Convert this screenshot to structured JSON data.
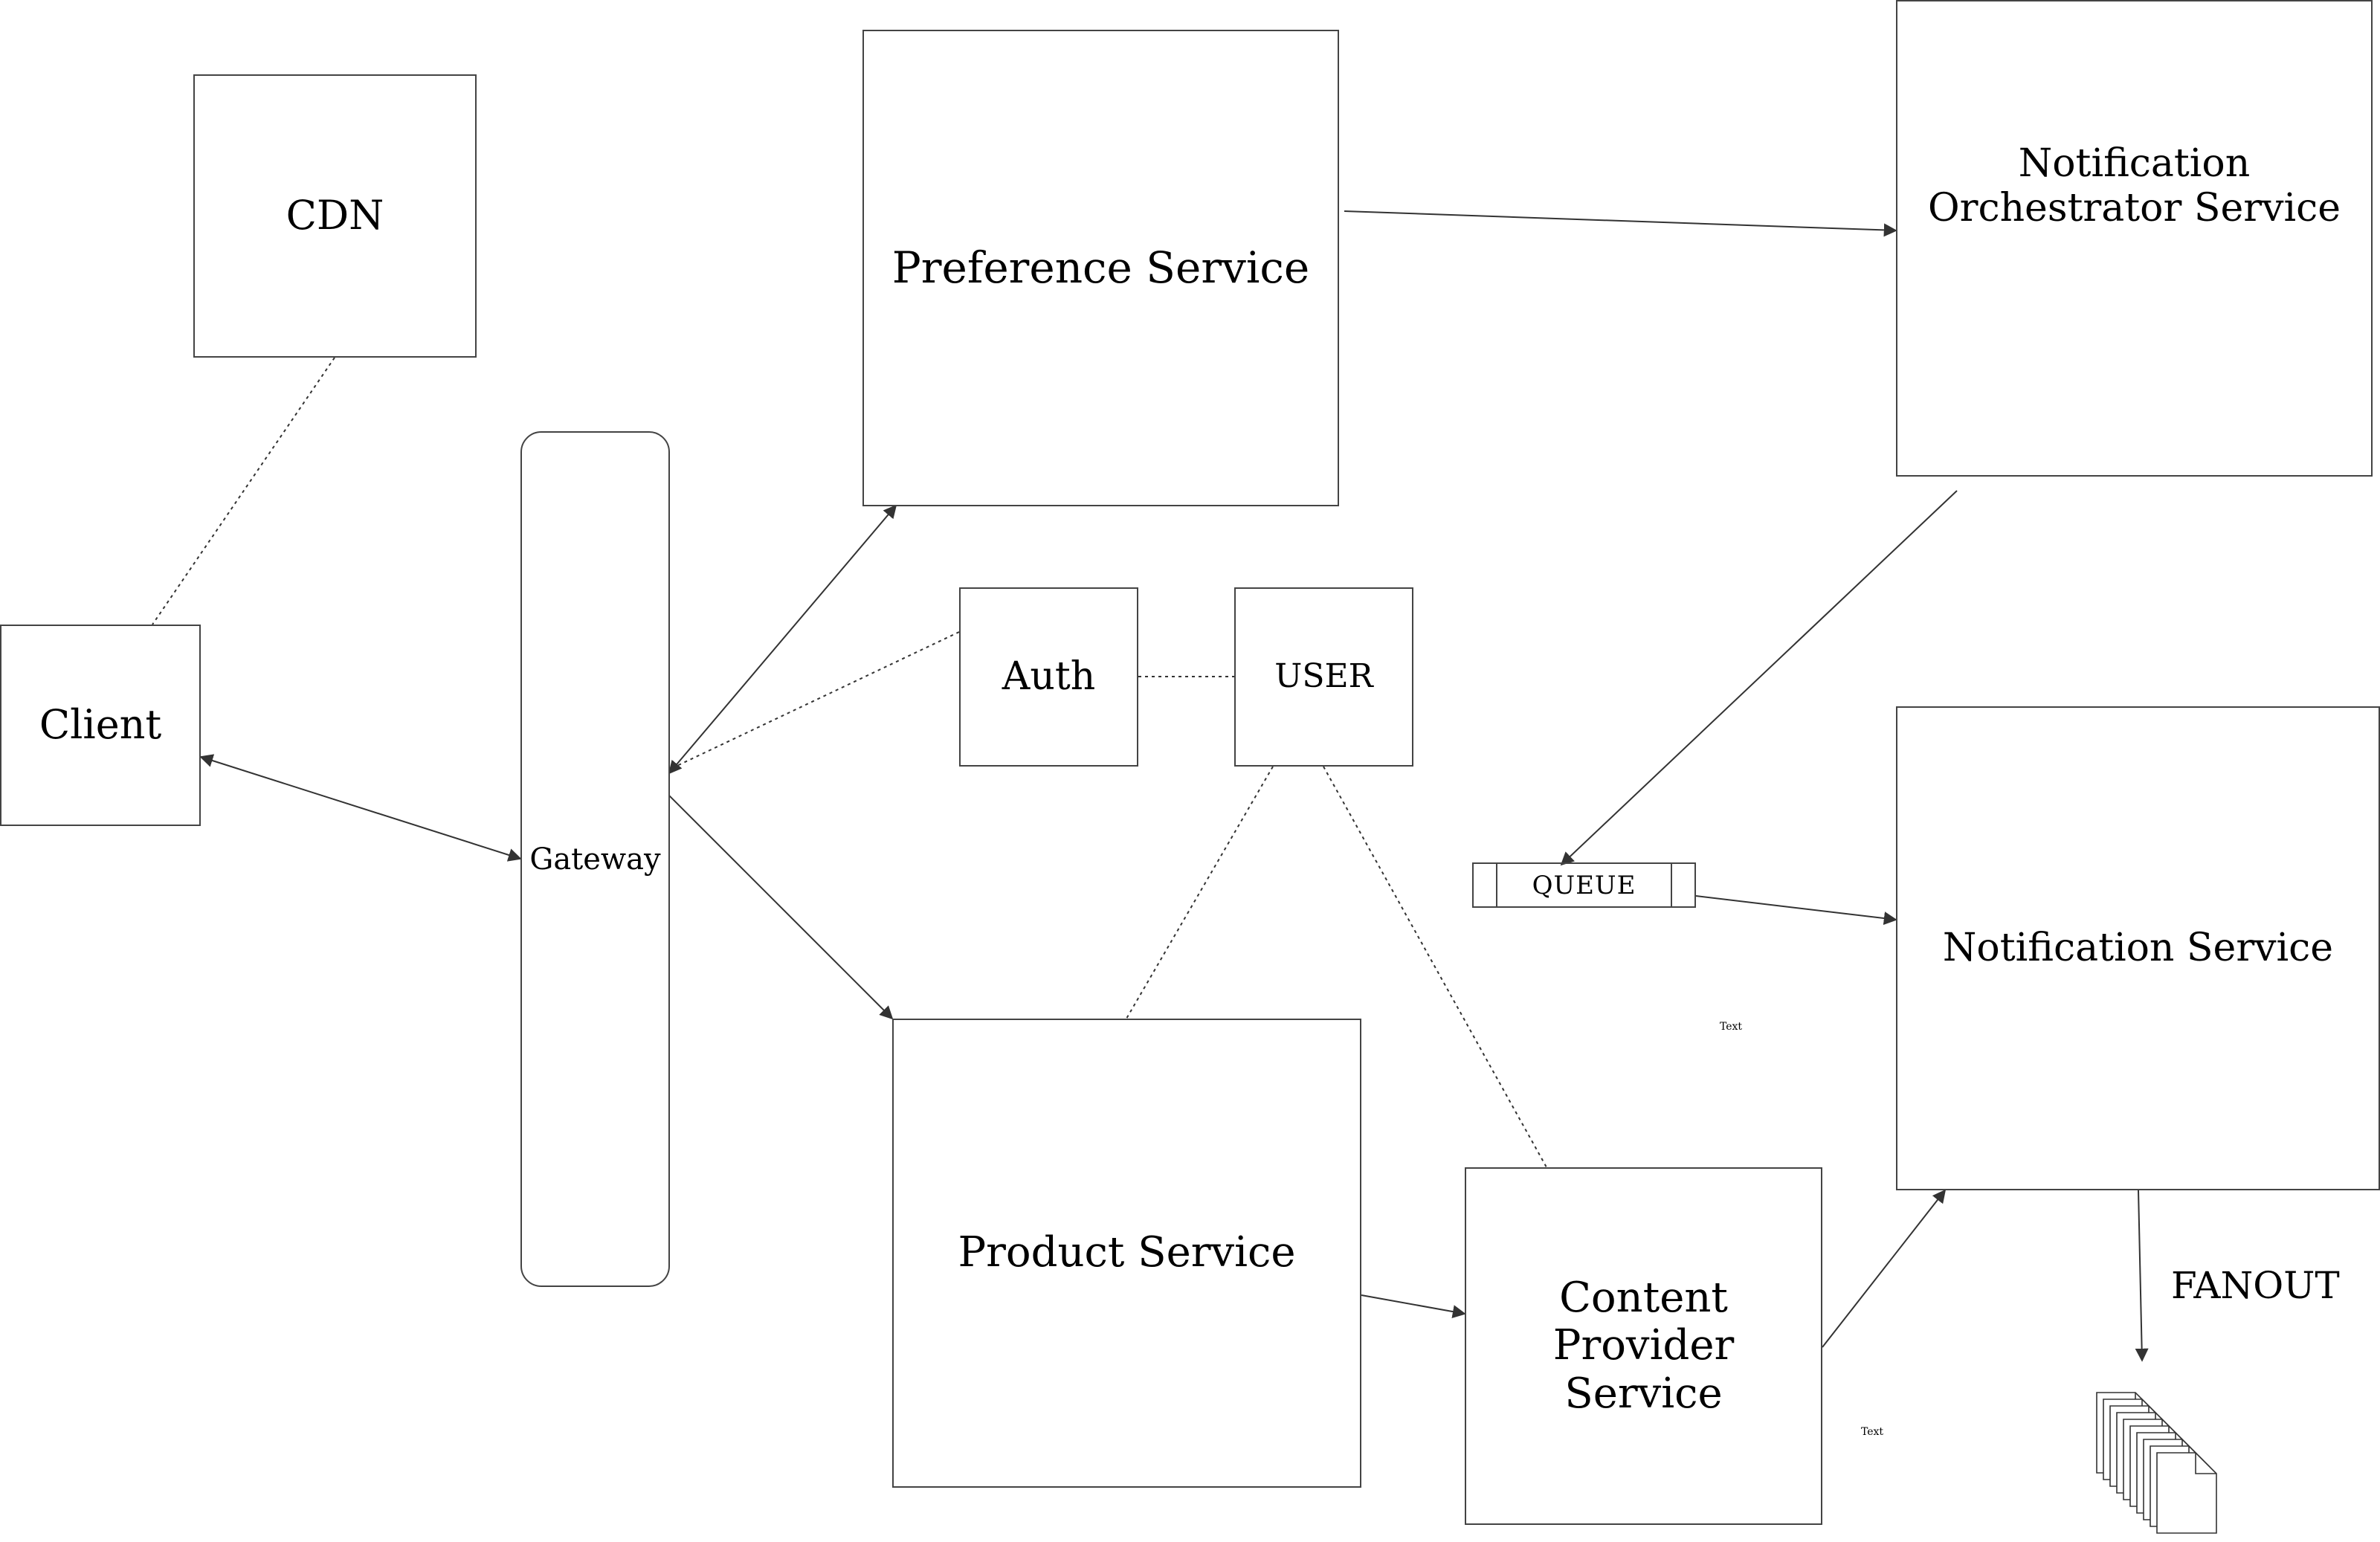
{
  "nodes": {
    "cdn": "CDN",
    "client": "Client",
    "gateway": "Gateway",
    "preference": "Preference Service",
    "orchestrator": "Notification\nOrchestrator Service",
    "auth": "Auth",
    "user": "USER",
    "product": "Product Service",
    "content_provider": "Content Provider\nService",
    "notification": "Notification Service",
    "queue": "QUEUE"
  },
  "labels": {
    "fanout": "FANOUT",
    "text_1": "Text",
    "text_2": "Text"
  },
  "icons": {
    "document_stack": "document-stack-icon"
  },
  "colors": {
    "stroke": "#444444",
    "background": "#ffffff"
  }
}
